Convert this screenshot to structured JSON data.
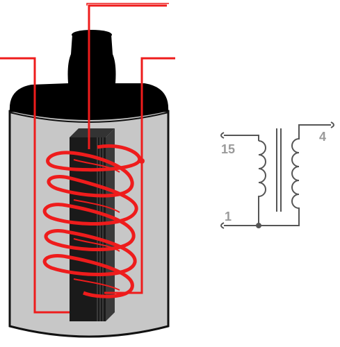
{
  "schematic": {
    "terminal_labels": {
      "primary_top": "15",
      "primary_bottom": "1",
      "secondary_top": "4"
    }
  },
  "colors": {
    "wire": "#ee1c1c",
    "coil_body": "#c7c7c7",
    "coil_cap": "#000000",
    "core": "#1a1a1a",
    "schematic_line": "#555555",
    "label": "#9a9a9a"
  }
}
